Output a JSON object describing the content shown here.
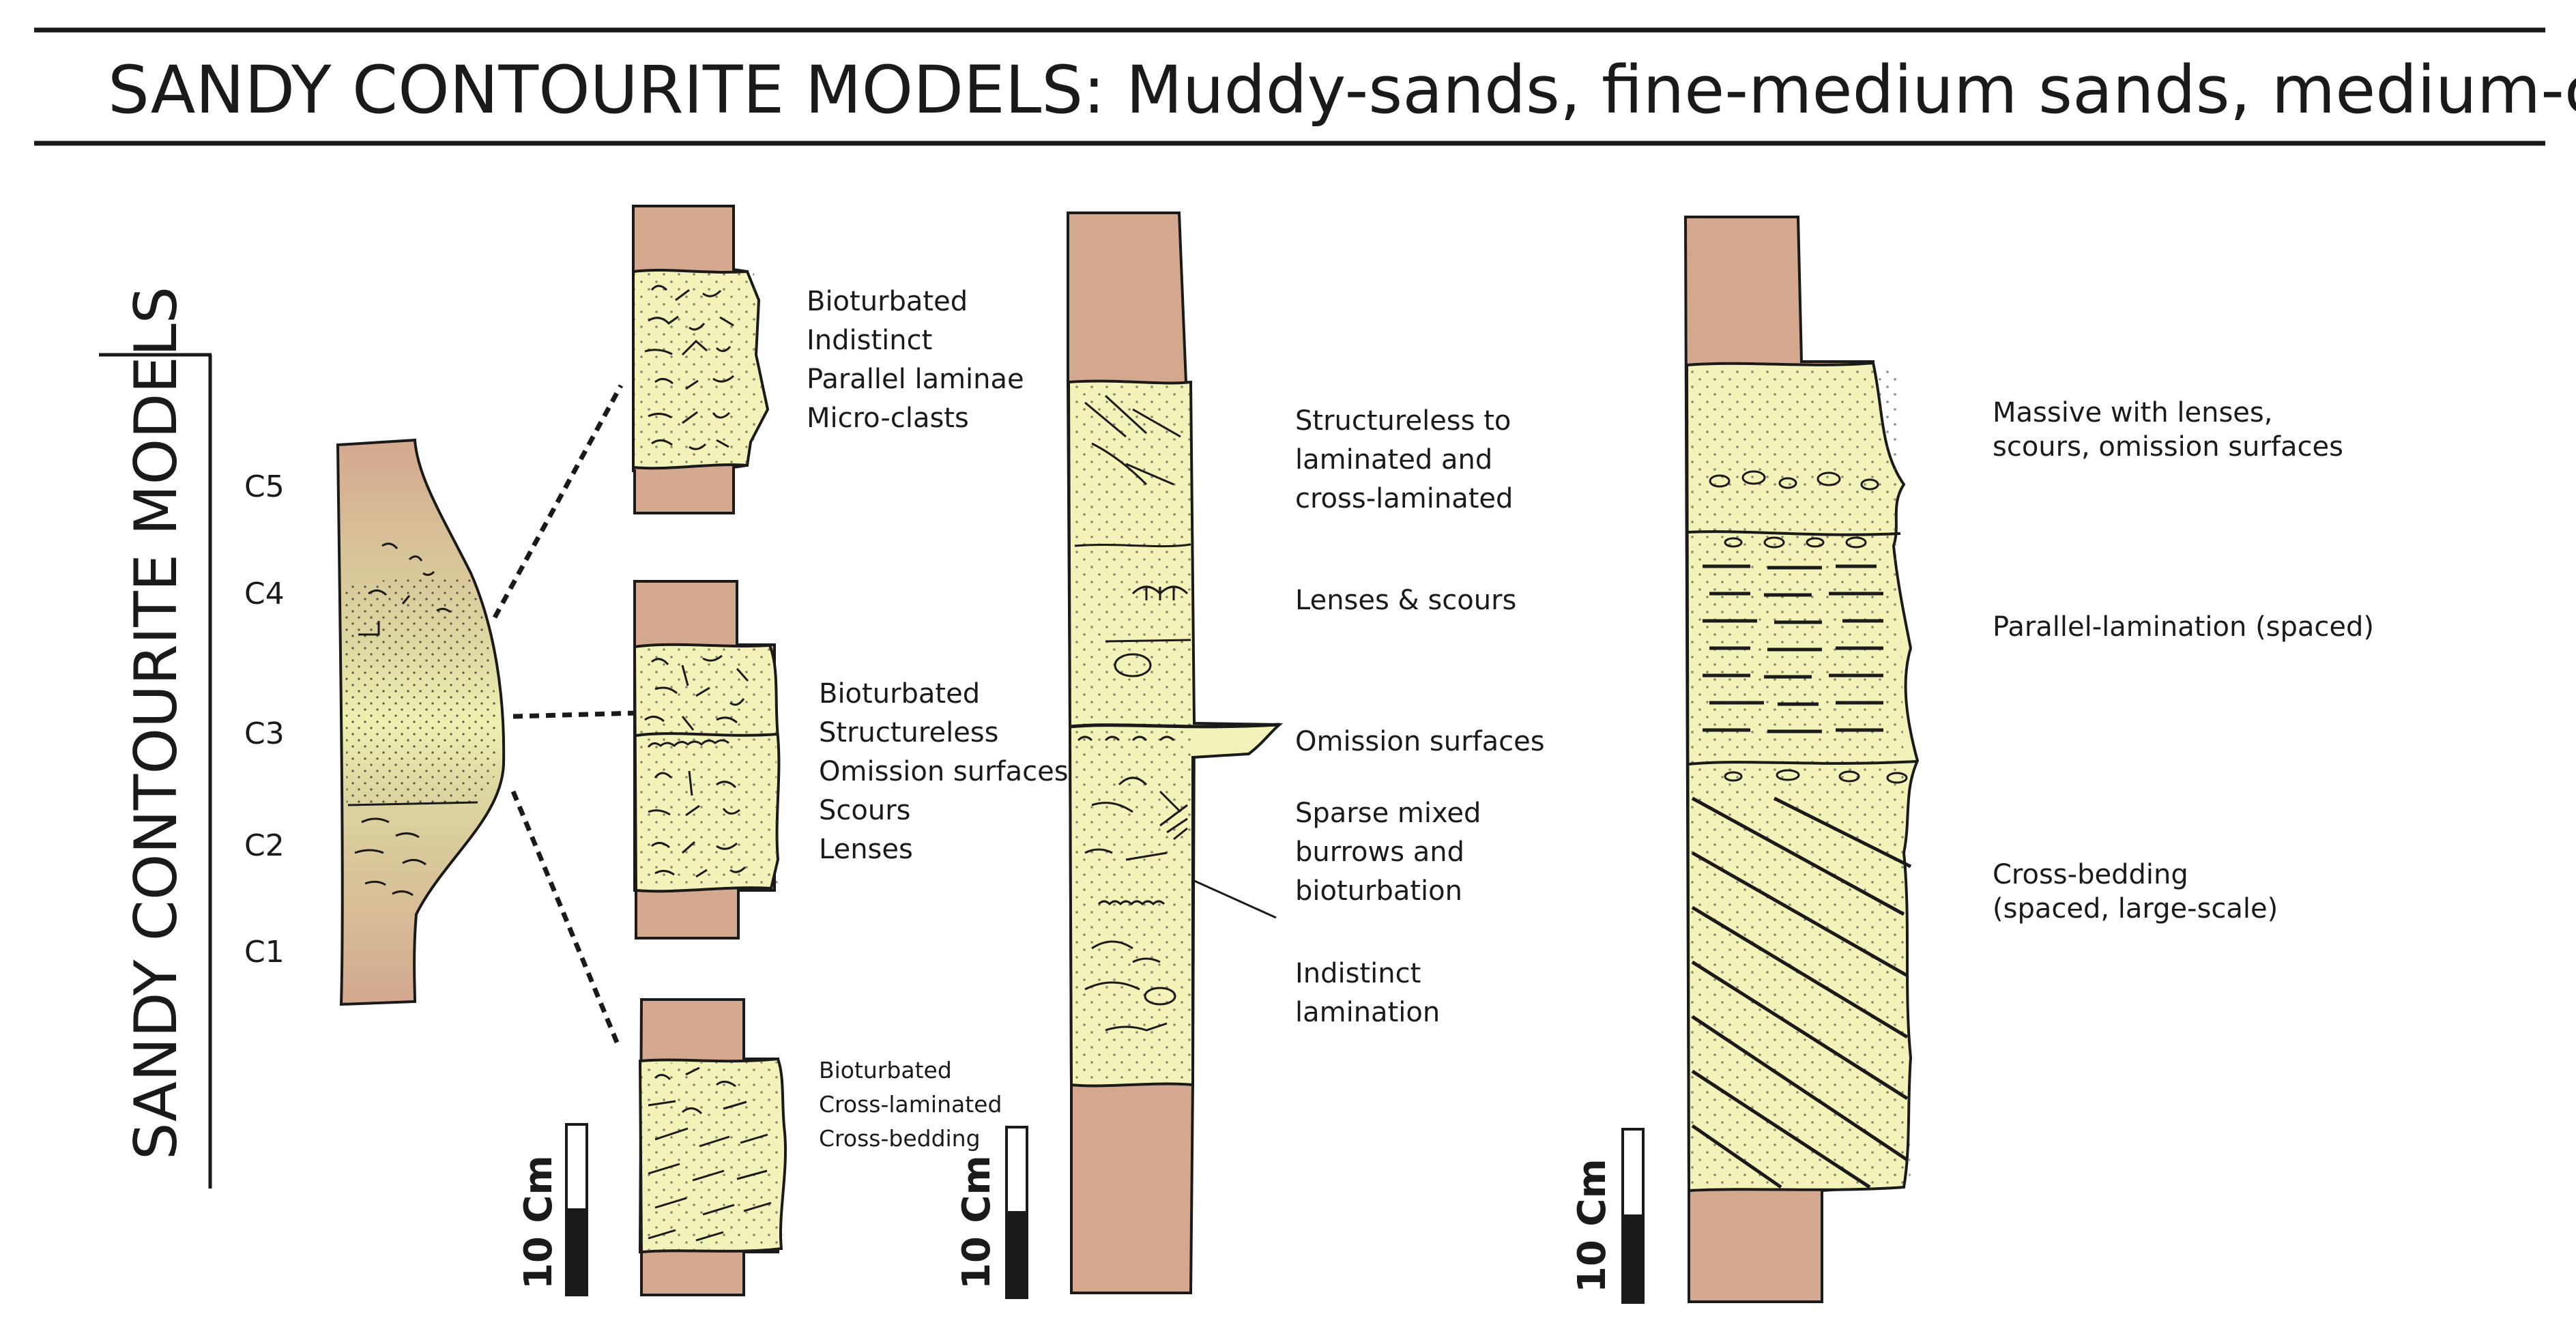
{
  "title": "SANDY CONTOURITE MODELS: Muddy-sands, fine-medium sands, medium-coarse sands",
  "side_title": "SANDY CONTOURITE MODELS",
  "c_labels": [
    "C5",
    "C4",
    "C3",
    "C2",
    "C1"
  ],
  "colors": {
    "mud": "#d4a88f",
    "sand": "#f3f3b9",
    "ink": "#1a1a1a"
  },
  "muddy_sands": {
    "upper": [
      "Bioturbated",
      "Indistinct",
      "Parallel laminae",
      "Micro-clasts"
    ],
    "middle": [
      "Bioturbated",
      "Structureless",
      "Omission surfaces",
      "Scours",
      "Lenses"
    ],
    "lower": [
      "Bioturbated",
      "Cross-laminated",
      "Cross-bedding"
    ]
  },
  "fine_medium_sands": {
    "a": [
      "Structureless to",
      "laminated and",
      "cross-laminated"
    ],
    "b": [
      "Lenses & scours"
    ],
    "c": [
      "Omission surfaces"
    ],
    "d": [
      "Sparse mixed",
      "burrows and",
      "bioturbation"
    ],
    "e": [
      "Indistinct",
      "lamination"
    ]
  },
  "medium_coarse_sands": {
    "a": [
      "Massive with lenses,",
      "scours, omission surfaces"
    ],
    "b": [
      "Parallel-lamination (spaced)"
    ],
    "c": [
      "Cross-bedding",
      "(spaced, large-scale)"
    ]
  },
  "scale_label": "10 Cm"
}
